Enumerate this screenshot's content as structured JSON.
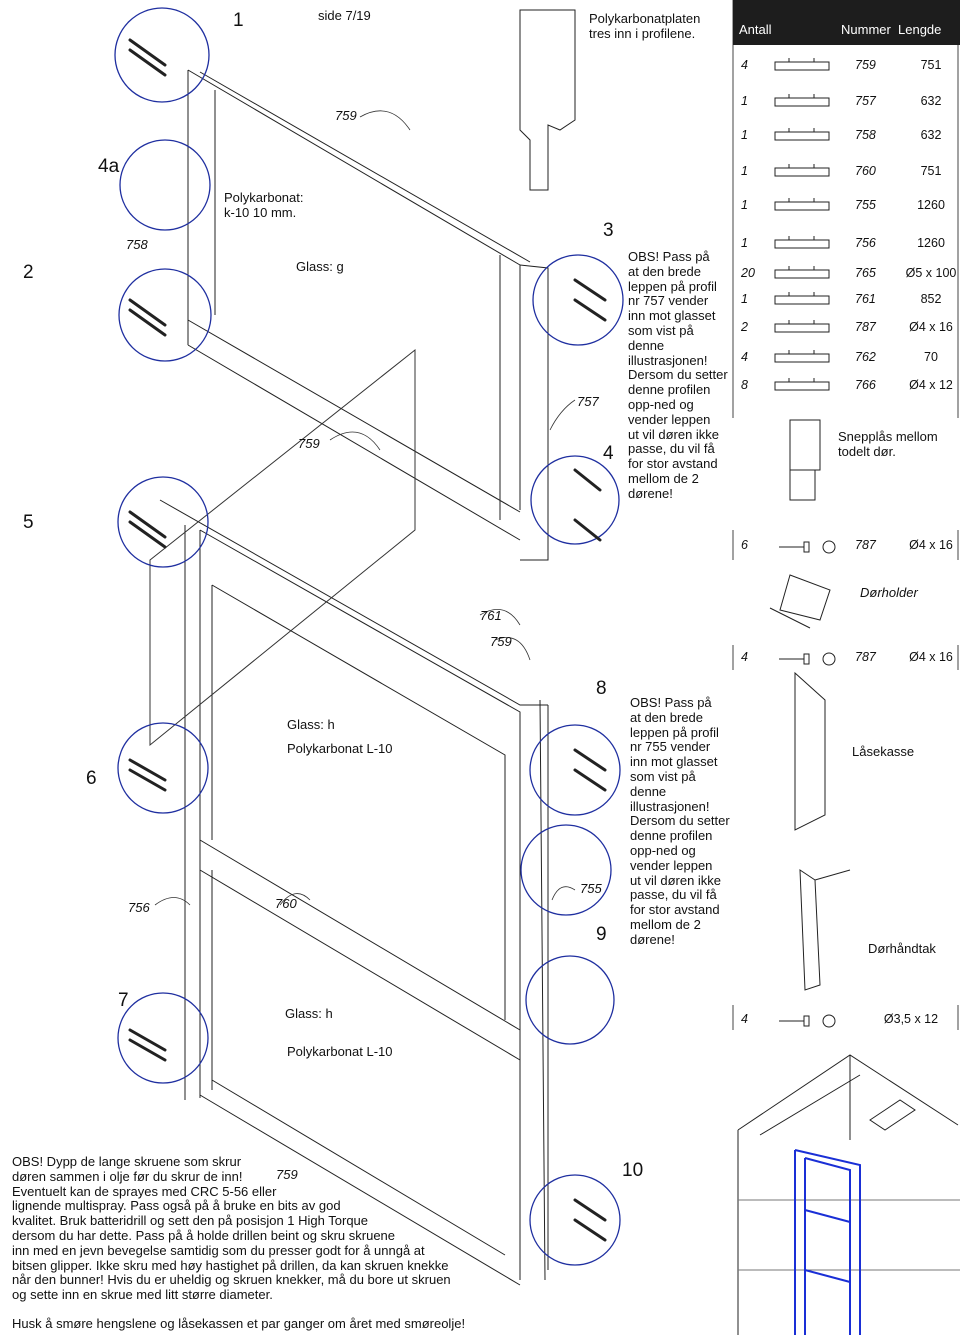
{
  "header": {
    "step_number": "1",
    "page_label": "side 7/19",
    "profile_note": "Polykarbonatplaten\ntres inn i profilene."
  },
  "parts_table": {
    "columns": [
      "Antall",
      "Nummer",
      "Lengde"
    ],
    "rows": [
      {
        "qty": "4",
        "number": "759",
        "length": "751"
      },
      {
        "qty": "1",
        "number": "757",
        "length": "632"
      },
      {
        "qty": "1",
        "number": "758",
        "length": "632"
      },
      {
        "qty": "1",
        "number": "760",
        "length": "751"
      },
      {
        "qty": "1",
        "number": "755",
        "length": "1260"
      },
      {
        "qty": "1",
        "number": "756",
        "length": "1260"
      },
      {
        "qty": "20",
        "number": "765",
        "length": "Ø5 x 100"
      },
      {
        "qty": "1",
        "number": "761",
        "length": "852"
      },
      {
        "qty": "2",
        "number": "787",
        "length": "Ø4 x 16"
      },
      {
        "qty": "4",
        "number": "762",
        "length": "70"
      },
      {
        "qty": "8",
        "number": "766",
        "length": "Ø4 x 12"
      }
    ],
    "snap_lock_label": "Snepplås mellom\ntodelt dør.",
    "row_787_a": {
      "qty": "6",
      "number": "787",
      "length": "Ø4 x 16"
    },
    "door_holder_label": "Dørholder",
    "row_787_b": {
      "qty": "4",
      "number": "787",
      "length": "Ø4 x 16"
    },
    "lock_box_label": "Låsekasse",
    "door_handle_label": "Dørhåndtak",
    "row_screw": {
      "qty": "4",
      "length": "Ø3,5 x 12"
    }
  },
  "steps": {
    "s2": "2",
    "s3": "3",
    "s4": "4",
    "s4a": "4a",
    "s5": "5",
    "s6": "6",
    "s7": "7",
    "s8": "8",
    "s9": "9",
    "s10": "10"
  },
  "part_labels": {
    "p759_top": "759",
    "p758": "758",
    "p759_mid": "759",
    "p757": "757",
    "p761": "761",
    "p759_low": "759",
    "p756": "756",
    "p760": "760",
    "p755": "755",
    "p759_bottom": "759"
  },
  "materials": {
    "poly_k10": "Polykarbonat:\nk-10 10 mm.",
    "glass_g": "Glass: g",
    "glass_h_1": "Glass: h",
    "poly_l10_1": "Polykarbonat L-10",
    "glass_h_2": "Glass: h",
    "poly_l10_2": "Polykarbonat L-10"
  },
  "notes": {
    "obs_757": "OBS! Pass på\nat den brede\nleppen på profil\nnr 757 vender\ninn mot glasset\nsom vist på\ndenne\nillustrasjonen!\nDersom du setter\ndenne profilen\nopp-ned og\nvender leppen\nut vil døren ikke\npasse, du vil få\nfor stor avstand\nmellom de 2\ndørene!",
    "obs_755": "OBS! Pass på\nat den brede\nleppen på profil\nnr 755 vender\ninn mot glasset\nsom vist på\ndenne\nillustrasjonen!\nDersom du setter\ndenne profilen\nopp-ned og\nvender leppen\nut vil døren ikke\npasse, du vil få\nfor stor avstand\nmellom de 2\ndørene!",
    "obs_bottom": "OBS! Dypp de lange skruene som skrur\ndøren sammen i olje før du skrur de inn!\nEventuelt kan de sprayes med CRC 5-56 eller\nlignende multispray. Pass også på å bruke en bits av god\nkvalitet. Bruk batteridrill og sett den på posisjon 1 High Torque\ndersom du har dette. Pass på å holde drillen beint og skru skruene\ninn med en jevn bevegelse samtidig som du presser godt for å unngå at\nbitsen glipper. Ikke skru med høy hastighet på drillen, da kan skruen knekke\nnår den bunner! Hvis du er uheldig og skruen knekker, må du bore ut skruen\nog sette inn en skrue med litt større diameter.",
    "footer": "Husk å smøre hengslene og låsekassen et par ganger om året med smøreolje!"
  },
  "colors": {
    "ink": "#111111",
    "detail_circle": "#1f2fa0",
    "highlight_door": "#1a2fd6",
    "table_header": "#1d1d1d"
  }
}
